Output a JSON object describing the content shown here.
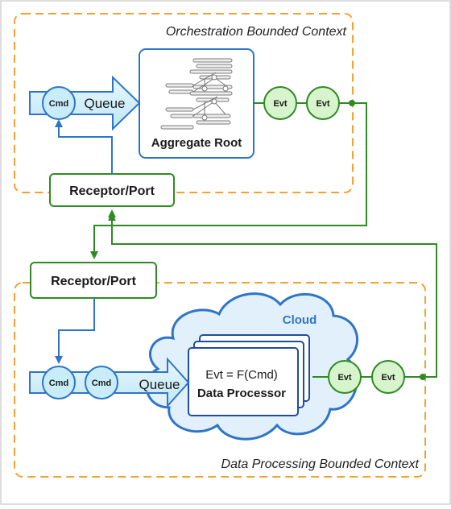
{
  "contexts": {
    "orchestration": "Orchestration Bounded Context",
    "data_processing": "Data Processing Bounded Context"
  },
  "labels": {
    "cmd": "Cmd",
    "evt": "Evt",
    "queue": "Queue",
    "aggregate_root": "Aggregate Root",
    "receptor_port": "Receptor/Port",
    "cloud": "Cloud",
    "formula": "Evt = F(Cmd)",
    "data_processor": "Data Processor"
  },
  "colors": {
    "context_border": "#F5A030",
    "blue": "#2E75C8",
    "cmd_fill": "#C8ECF8",
    "evt_fill": "#D8F4CC",
    "green": "#2E8B22",
    "dark_blue": "#1F4E9A",
    "cloud_fill": "#E2F0FB"
  }
}
